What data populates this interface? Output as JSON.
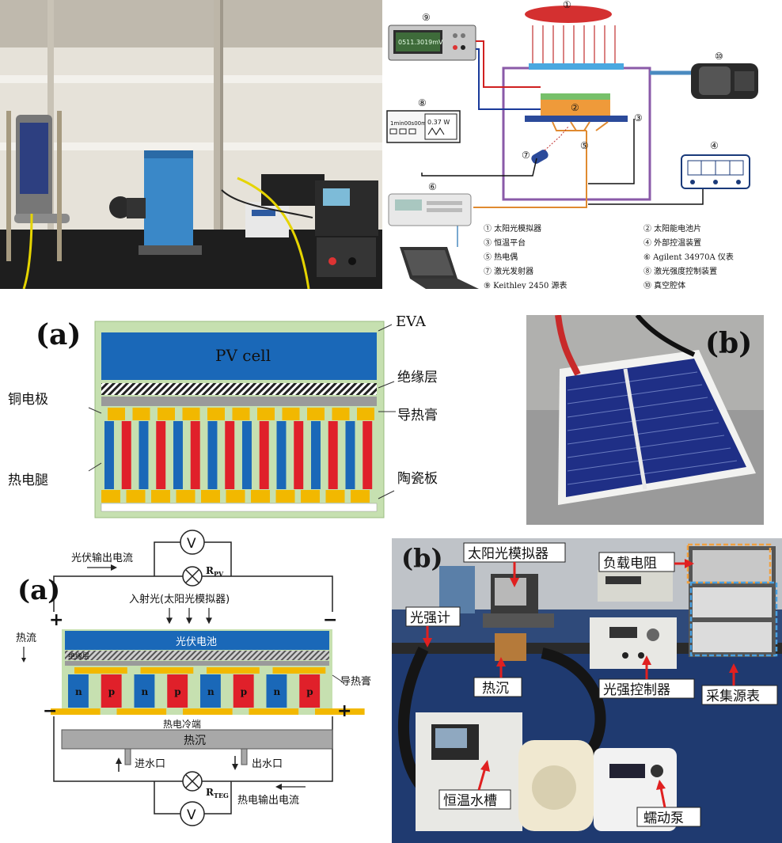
{
  "setup": {
    "display_reading": "0511.3019mV",
    "timer_reading": "1min00s00ms",
    "power_reading": "0.37 W",
    "markers": [
      "①",
      "②",
      "③",
      "④",
      "⑤",
      "⑥",
      "⑦",
      "⑧",
      "⑨",
      "⑩"
    ],
    "legend": [
      "① 太阳光模拟器",
      "② 太阳能电池片",
      "③ 恒温平台",
      "④ 外部控温装置",
      "⑤ 热电偶",
      "⑥ Agilent 34970A 仪表",
      "⑦ 激光发射器",
      "⑧ 激光强度控制装置",
      "⑨ Keithley 2450 源表",
      "⑩ 真空腔体"
    ]
  },
  "structure": {
    "panel_label": "(a)",
    "pv_label": "PV cell",
    "labels_right": [
      "EVA",
      "绝缘层",
      "导热膏",
      "陶瓷板"
    ],
    "labels_left": [
      "铜电极",
      "热电腿"
    ]
  },
  "photo_b_label": "(b)",
  "circuit": {
    "panel_label": "(a)",
    "pv_output": "光伏输出电流",
    "r_pv": "R",
    "r_pv_sub": "PV",
    "incident_light": "入射光(太阳光模拟器)",
    "heat_flow": "热流",
    "pv_cell": "光伏电池",
    "insulation": "绝缘层",
    "thermal_paste": "导热膏",
    "legs": [
      "n",
      "p",
      "n",
      "p",
      "n",
      "p",
      "n",
      "p"
    ],
    "cold_end": "热电冷端",
    "heat_sink": "热沉",
    "inlet": "进水口",
    "outlet": "出水口",
    "r_teg": "R",
    "r_teg_sub": "TEG",
    "teg_output": "热电输出电流",
    "voltmeter": "V",
    "plus": "+",
    "minus": "−"
  },
  "lab_photo": {
    "panel_label": "(b)",
    "callouts": [
      "太阳光模拟器",
      "负载电阻",
      "光强计",
      "热沉",
      "光强控制器",
      "采集源表",
      "恒温水槽",
      "蠕动泵"
    ]
  }
}
